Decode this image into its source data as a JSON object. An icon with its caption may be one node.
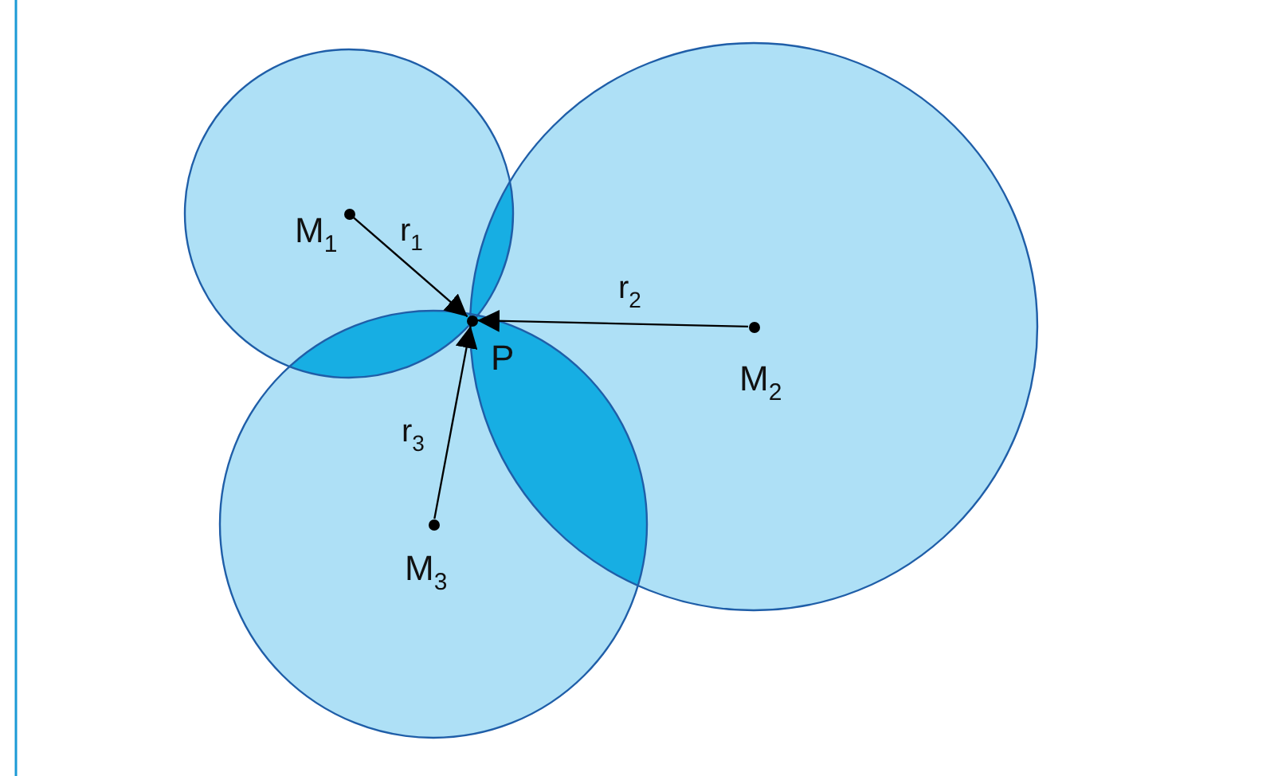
{
  "diagram": {
    "nodes": [
      {
        "text": [
          "M$_{1}$"
        ]
      },
      {
        "text": [
          "P"
        ]
      },
      {
        "text": [
          "M$_{2}$"
        ]
      },
      {
        "text": [
          "M$_{3}$"
        ]
      }
    ],
    "edges": [
      {
        "from": 0,
        "to": 1,
        "arrow": "to",
        "label": "r$_{1}$"
      },
      {
        "from": 2,
        "to": 1,
        "arrow": "to",
        "label": "r$_{2}$"
      },
      {
        "from": 3,
        "to": 1,
        "arrow": "to",
        "label": "r$_{3}$"
      }
    ]
  }
}
